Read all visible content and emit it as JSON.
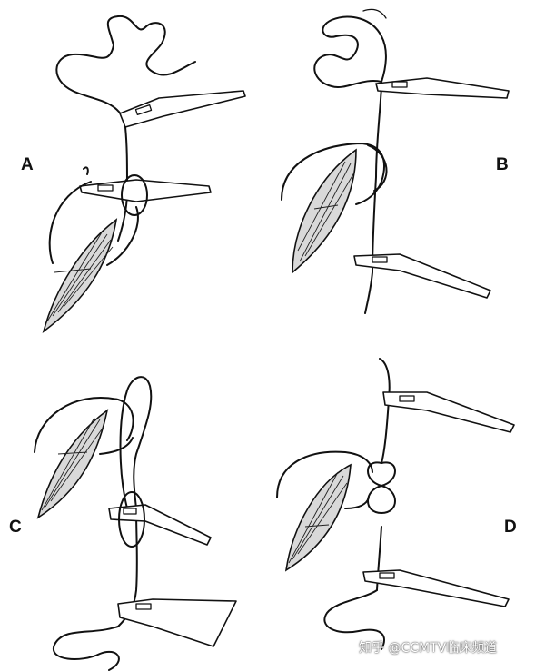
{
  "figure": {
    "panels": [
      {
        "id": "A",
        "label": "A"
      },
      {
        "id": "B",
        "label": "B"
      },
      {
        "id": "C",
        "label": "C"
      },
      {
        "id": "D",
        "label": "D"
      }
    ]
  },
  "watermark": {
    "text": "知乎 @CCMTV临床频道"
  },
  "colors": {
    "ink": "#111111",
    "wound_fill": "#d9d9d9",
    "background": "#ffffff"
  }
}
